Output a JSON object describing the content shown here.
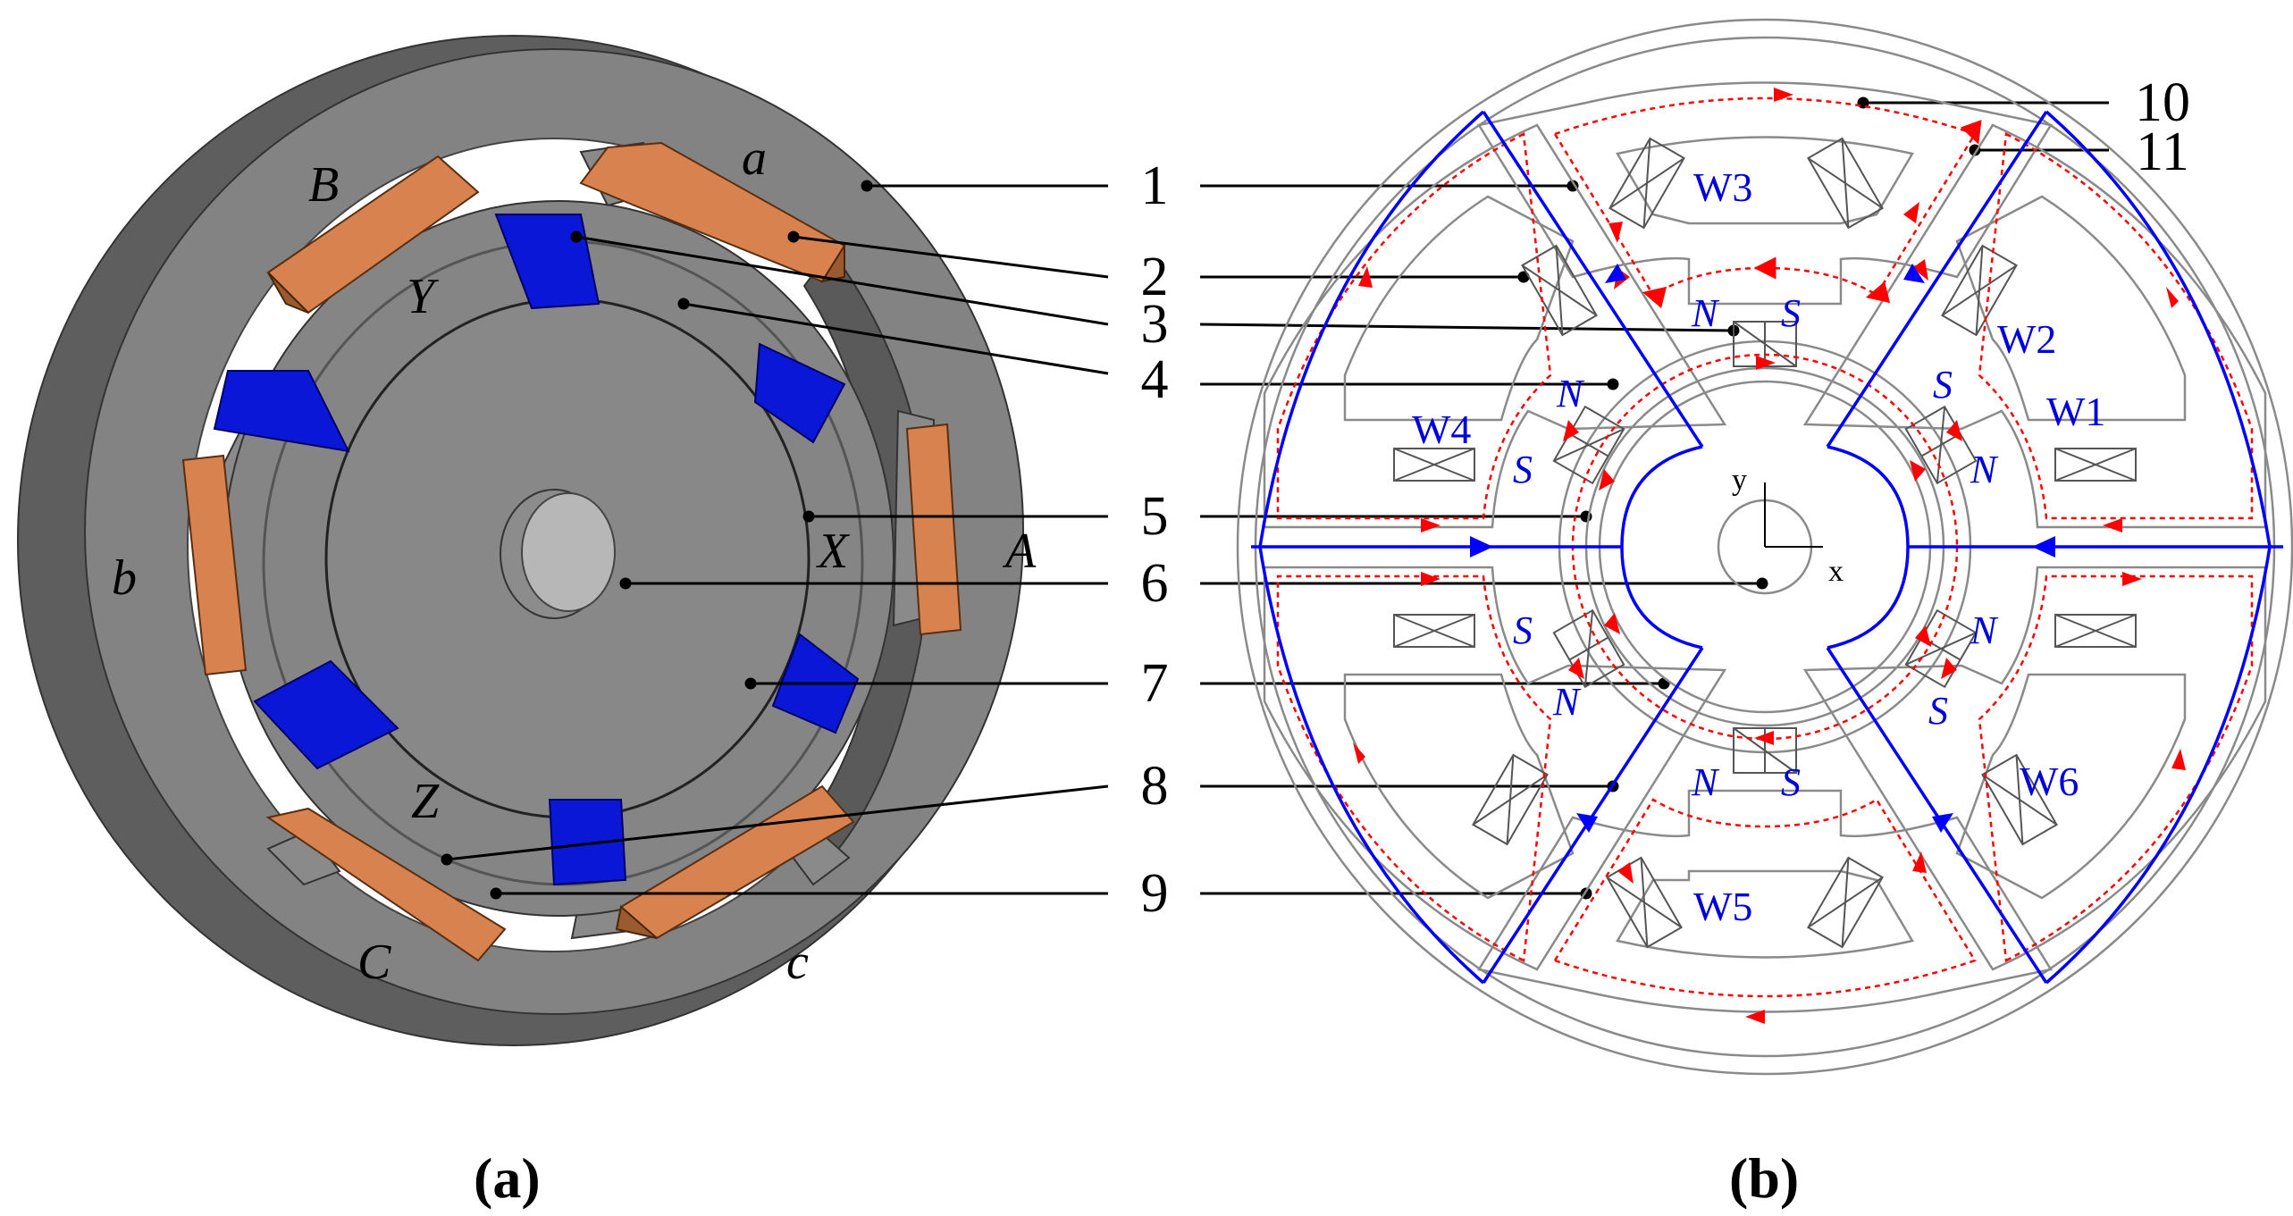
{
  "panel_a": {
    "caption": "(a)",
    "phase_letters": [
      "a",
      "B",
      "Y",
      "b",
      "X",
      "A",
      "Z",
      "C",
      "c"
    ],
    "colors": {
      "body": "#7f7f7f",
      "body_dark": "#5c5c5c",
      "coil": "#d8824f",
      "magnet": "#0b17d6",
      "shaft": "#b7b7b7"
    }
  },
  "panel_b": {
    "caption": "(b)",
    "windings": [
      "W1",
      "W2",
      "W3",
      "W4",
      "W5",
      "W6"
    ],
    "pole_N": "N",
    "pole_S": "S",
    "axis_x": "x",
    "axis_y": "y",
    "colors": {
      "outline": "#8a8a8a",
      "flux_main": "#0000ff",
      "flux_leak": "#ff0000",
      "label": "#0000dd"
    }
  },
  "callouts": [
    "1",
    "2",
    "3",
    "4",
    "5",
    "6",
    "7",
    "8",
    "9",
    "10",
    "11"
  ]
}
